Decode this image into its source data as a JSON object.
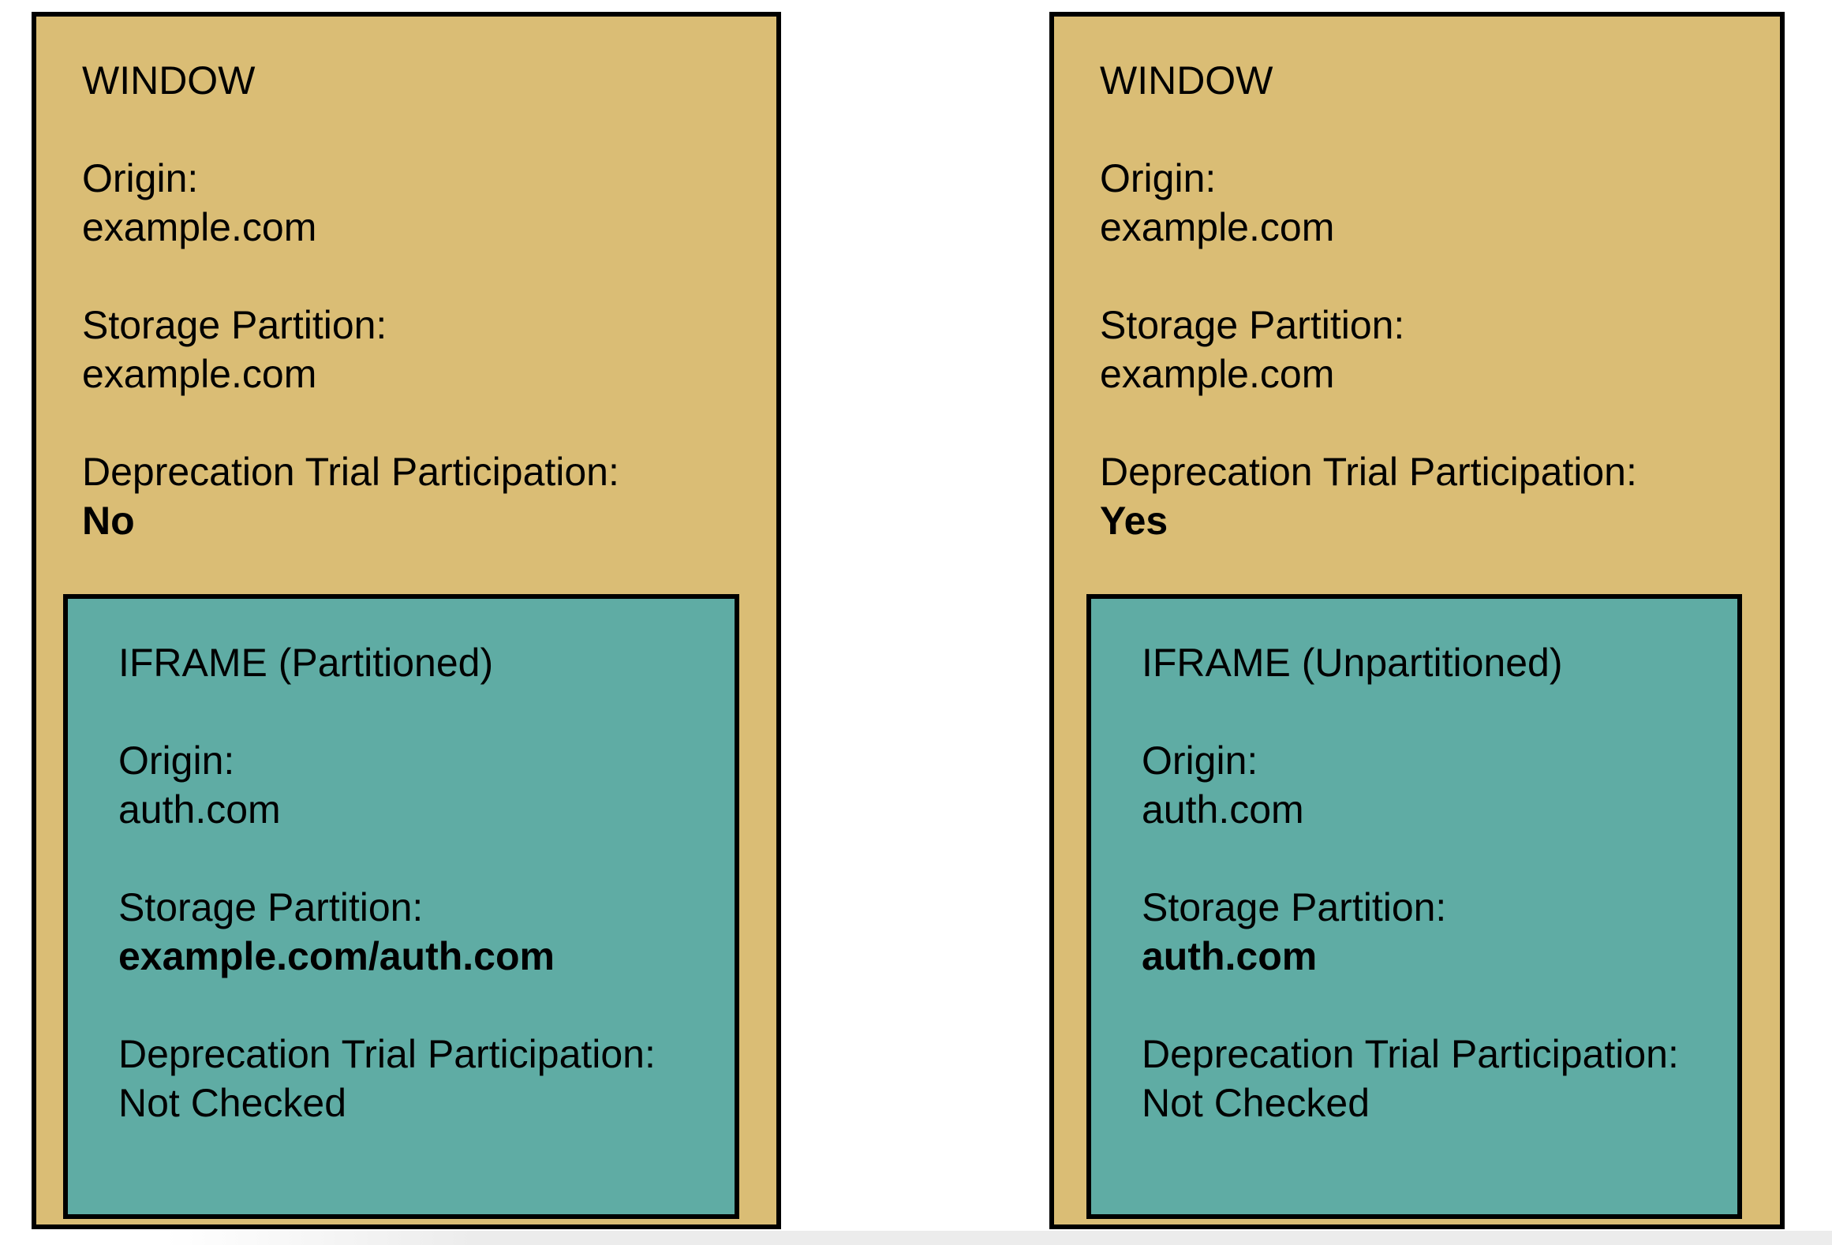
{
  "colors": {
    "window_fill": "#dabd75",
    "iframe_fill": "#5faca4",
    "border": "#000000",
    "text": "#000000",
    "page_bg": "#ffffff",
    "bottom_strip": "#ececec"
  },
  "windows": [
    {
      "title": "WINDOW",
      "fields": [
        {
          "label": "Origin:",
          "value": "example.com",
          "bold": false
        },
        {
          "label": "Storage Partition:",
          "value": "example.com",
          "bold": false
        },
        {
          "label": "Deprecation Trial Participation:",
          "value": "No",
          "bold": true
        }
      ],
      "iframe": {
        "title": "IFRAME (Partitioned)",
        "fields": [
          {
            "label": "Origin:",
            "value": "auth.com",
            "bold": false
          },
          {
            "label": "Storage Partition:",
            "value": "example.com/auth.com",
            "bold": true
          },
          {
            "label": "Deprecation Trial Participation:",
            "value": "Not Checked",
            "bold": false
          }
        ]
      }
    },
    {
      "title": "WINDOW",
      "fields": [
        {
          "label": "Origin:",
          "value": "example.com",
          "bold": false
        },
        {
          "label": "Storage Partition:",
          "value": "example.com",
          "bold": false
        },
        {
          "label": "Deprecation Trial Participation:",
          "value": "Yes",
          "bold": true
        }
      ],
      "iframe": {
        "title": "IFRAME (Unpartitioned)",
        "fields": [
          {
            "label": "Origin:",
            "value": "auth.com",
            "bold": false
          },
          {
            "label": "Storage Partition:",
            "value": "auth.com",
            "bold": true
          },
          {
            "label": "Deprecation Trial Participation:",
            "value": "Not Checked",
            "bold": false
          }
        ]
      }
    }
  ]
}
